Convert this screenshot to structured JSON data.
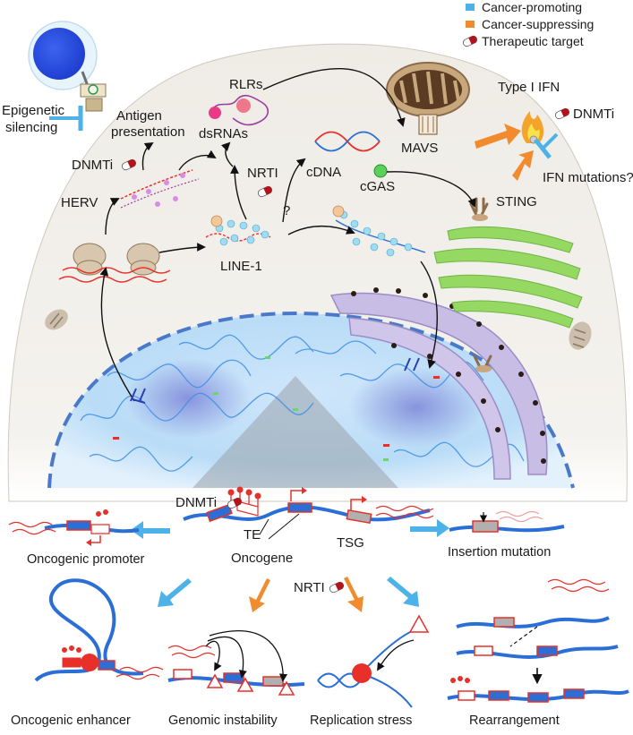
{
  "legend": [
    {
      "label": "Cancer-promoting",
      "color": "#4db2e8",
      "kind": "bar"
    },
    {
      "label": "Cancer-suppressing",
      "color": "#f28a2e",
      "kind": "bar"
    },
    {
      "label": "Therapeutic target",
      "color": "#b5121b",
      "kind": "pill"
    }
  ],
  "cell": {
    "epigenetic_silencing": [
      "Epigenetic",
      "silencing"
    ],
    "antigen_presentation": [
      "Antigen",
      "presentation"
    ],
    "rlrs": "RLRs",
    "dsrnas": "dsRNAs",
    "dnmti": "DNMTi",
    "herv": "HERV",
    "nrti": "NRTI",
    "cdna": "cDNA",
    "cgas": "cGAS",
    "question": "?",
    "line1": "LINE-1",
    "mavs": "MAVS",
    "type1ifn": "Type I IFN",
    "ifn_mutations": "IFN mutations?",
    "sting": "STING"
  },
  "genome": {
    "dnmti": "DNMTi",
    "te": "TE",
    "oncogene": "Oncogene",
    "tsg": "TSG",
    "nrti": "NRTI"
  },
  "outcomes": {
    "oncogenic_promoter": "Oncogenic promoter",
    "insertion_mutation": "Insertion mutation",
    "oncogenic_enhancer": "Oncogenic enhancer",
    "genomic_instability": "Genomic instability",
    "replication_stress": "Replication stress",
    "rearrangement": "Rearrangement"
  },
  "colors": {
    "promote": "#4db2e8",
    "suppress": "#f28a2e",
    "target": "#b5121b",
    "dna": "#2b6fd6",
    "te_red": "#e8302a",
    "cell_fill": "#efece6",
    "er_purple": "#b9aedb",
    "golgi_green": "#8fd65a",
    "mito_brown": "#7a5a3c"
  }
}
